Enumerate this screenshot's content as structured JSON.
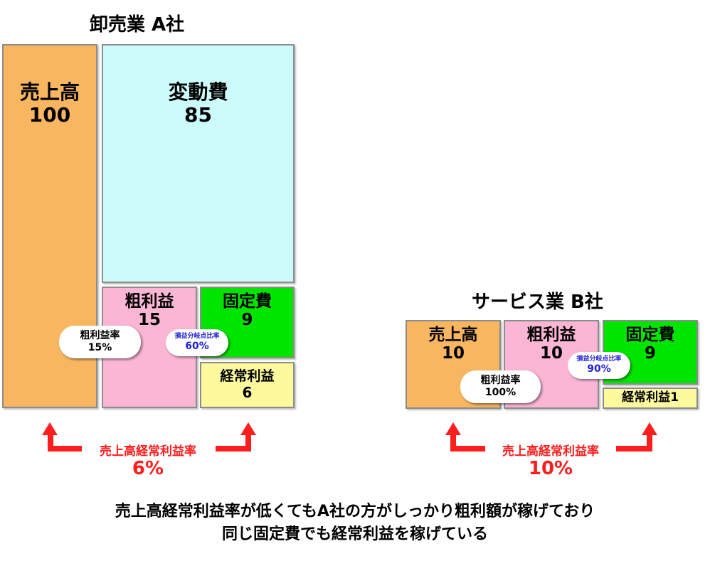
{
  "colors": {
    "sales": "#f9b660",
    "variable_cost": "#ccfbfc",
    "gross_profit": "#fbb5d5",
    "fixed_cost": "#00e500",
    "ordinary_profit": "#fdfa9e",
    "red_accent": "#ff1e1e",
    "blue_text": "#1f1fd6"
  },
  "company_a": {
    "title": "卸売業 A社",
    "sales": {
      "label": "売上高",
      "value": "100"
    },
    "variable_cost": {
      "label": "変動費",
      "value": "85"
    },
    "gross_profit": {
      "label": "粗利益",
      "value": "15"
    },
    "fixed_cost": {
      "label": "固定費",
      "value": "9"
    },
    "ordinary_profit": {
      "label": "経常利益",
      "value": "6"
    },
    "gross_margin": {
      "label": "粗利益率",
      "value": "15%"
    },
    "breakeven_ratio": {
      "label": "損益分岐点比率",
      "value": "60%"
    },
    "ordinary_margin": {
      "label": "売上高経常利益率",
      "value": "6%"
    }
  },
  "company_b": {
    "title": "サービス業 B社",
    "sales": {
      "label": "売上高",
      "value": "10"
    },
    "gross_profit": {
      "label": "粗利益",
      "value": "10"
    },
    "fixed_cost": {
      "label": "固定費",
      "value": "9"
    },
    "ordinary_profit": {
      "label": "経常利益1"
    },
    "gross_margin": {
      "label": "粗利益率",
      "value": "100%"
    },
    "breakeven_ratio": {
      "label": "損益分岐点比率",
      "value": "90%"
    },
    "ordinary_margin": {
      "label": "売上高経常利益率",
      "value": "10%"
    }
  },
  "caption": {
    "line1": "売上高経常利益率が低くてもA社の方がしっかり粗利額が稼げており",
    "line2": "同じ固定費でも経常利益を稼げている"
  }
}
